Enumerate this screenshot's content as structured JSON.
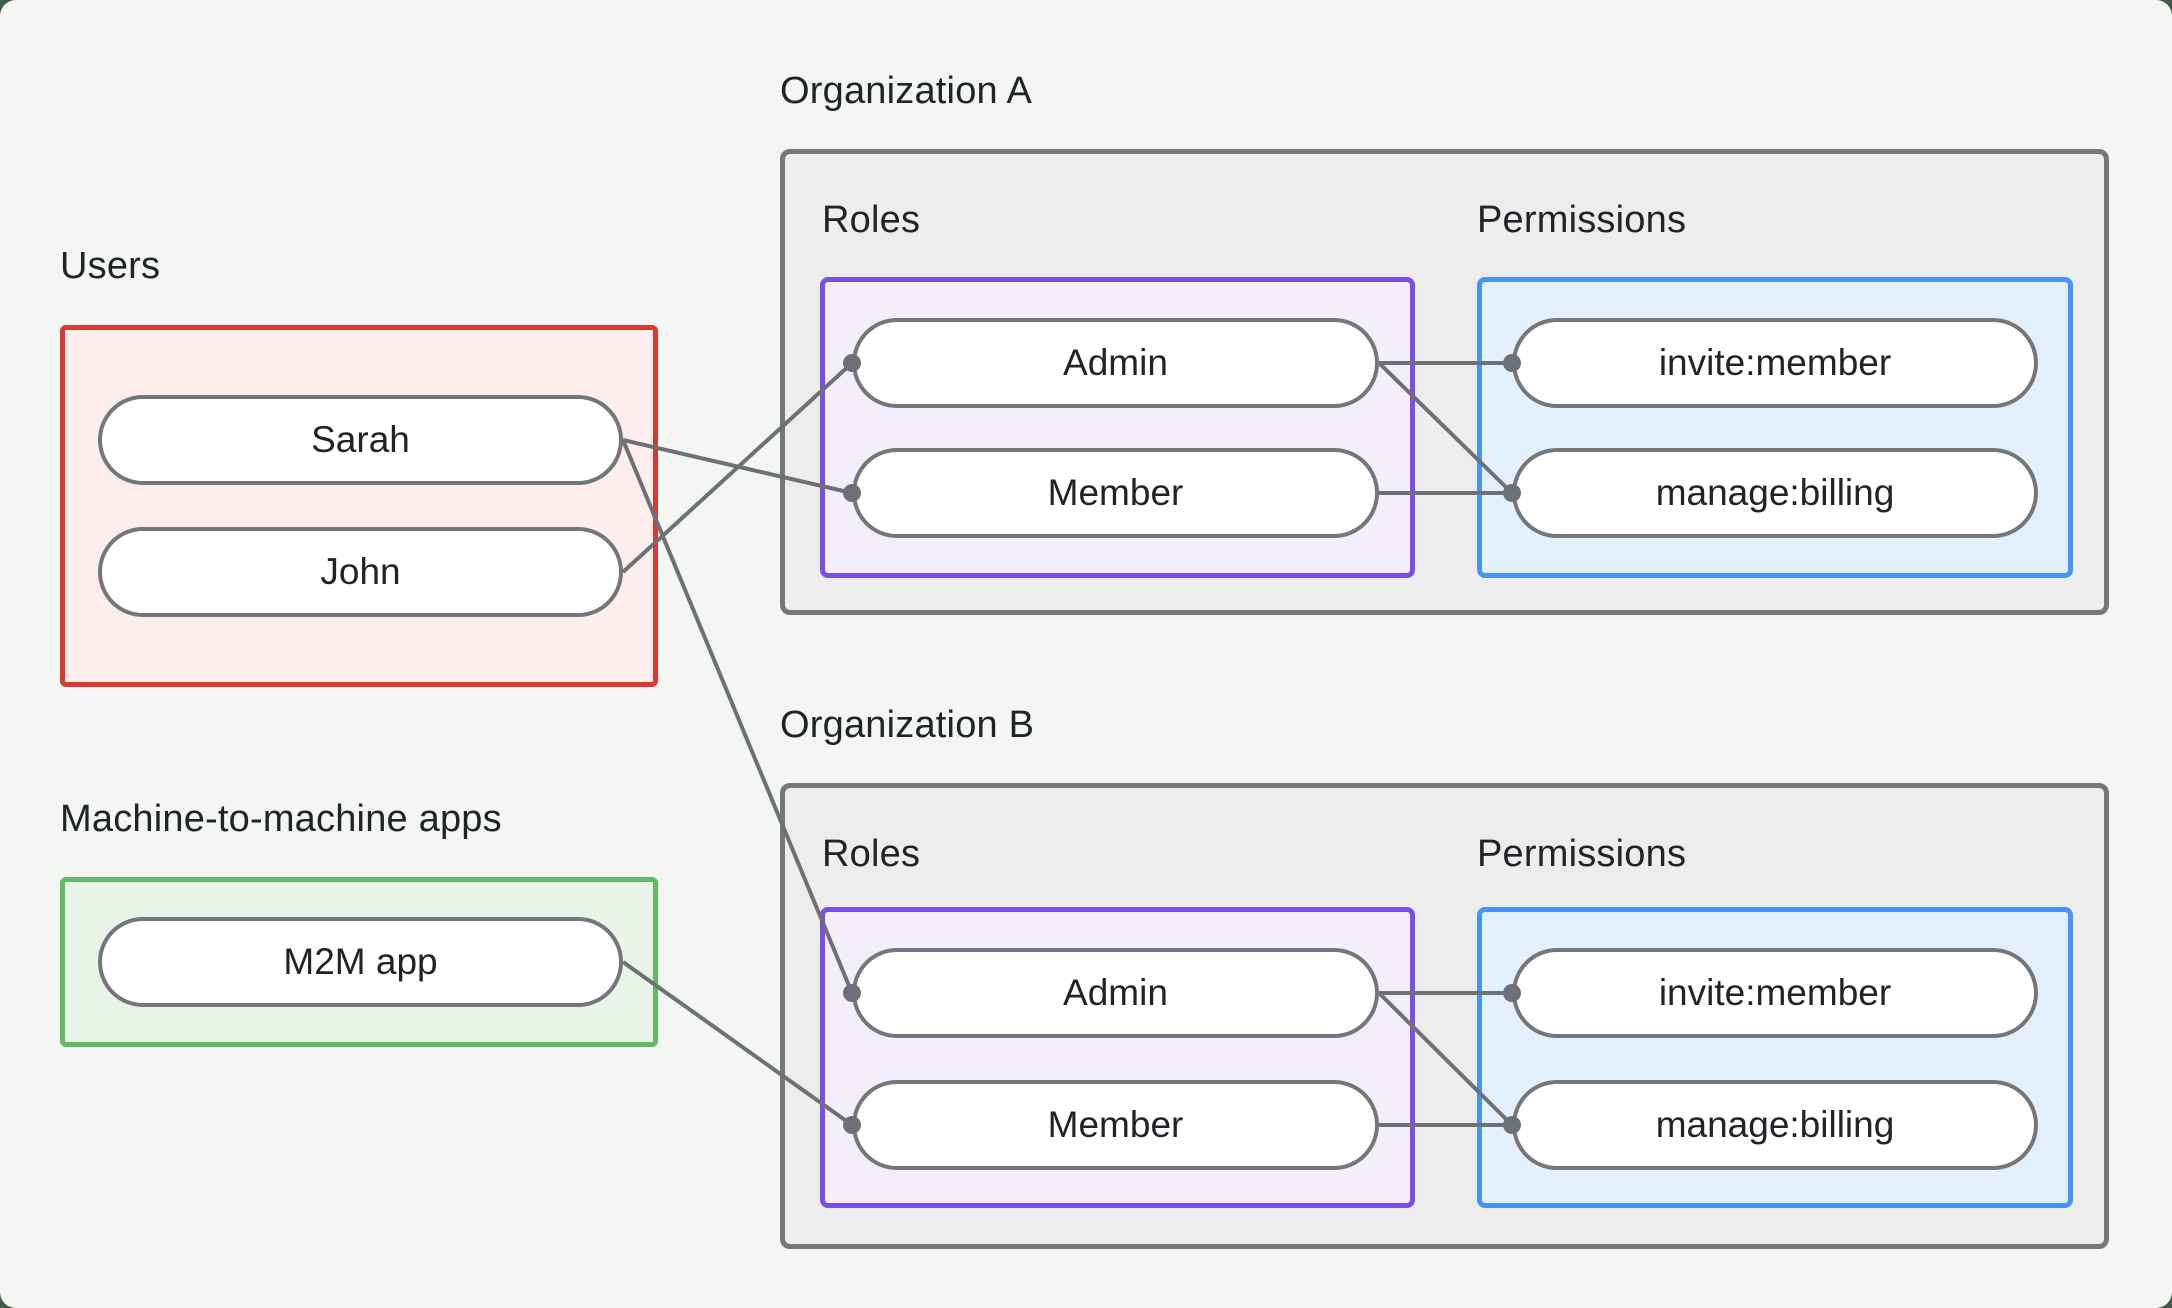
{
  "users_group": {
    "label": "Users",
    "items": [
      "Sarah",
      "John"
    ]
  },
  "m2m_group": {
    "label": "Machine-to-machine apps",
    "items": [
      "M2M app"
    ]
  },
  "org_a": {
    "title": "Organization A",
    "roles_label": "Roles",
    "permissions_label": "Permissions",
    "roles": [
      "Admin",
      "Member"
    ],
    "permissions": [
      "invite:member",
      "manage:billing"
    ]
  },
  "org_b": {
    "title": "Organization B",
    "roles_label": "Roles",
    "permissions_label": "Permissions",
    "roles": [
      "Admin",
      "Member"
    ],
    "permissions": [
      "invite:member",
      "manage:billing"
    ]
  },
  "connections": [
    {
      "from": "Sarah",
      "to": "Organization A / Member"
    },
    {
      "from": "John",
      "to": "Organization A / Admin"
    },
    {
      "from": "Sarah",
      "to": "Organization B / Admin"
    },
    {
      "from": "M2M app",
      "to": "Organization B / Member"
    },
    {
      "from": "Organization A / Admin",
      "to": "Organization A / invite:member"
    },
    {
      "from": "Organization A / Admin",
      "to": "Organization A / manage:billing"
    },
    {
      "from": "Organization A / Member",
      "to": "Organization A / manage:billing"
    },
    {
      "from": "Organization B / Admin",
      "to": "Organization B / invite:member"
    },
    {
      "from": "Organization B / Admin",
      "to": "Organization B / manage:billing"
    },
    {
      "from": "Organization B / Member",
      "to": "Organization B / manage:billing"
    }
  ],
  "colors": {
    "card-bg": "#f3f6f3",
    "frame-bg": "#3e5c48",
    "users-border": "#da392f",
    "users-fill": "#fdedec",
    "m2m-border": "#62b966",
    "m2m-fill": "#e9f4e8",
    "org-border": "#74787b",
    "org-fill": "#ededee",
    "roles-border": "#7a4fe6",
    "roles-fill": "#f4eefc",
    "perms-border": "#4695f2",
    "perms-fill": "#e3f0fc",
    "node-border": "#74777a",
    "node-fill": "#ffffff",
    "edge": "#6d7175",
    "text": "#202428"
  }
}
